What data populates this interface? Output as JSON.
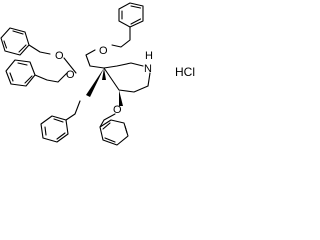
{
  "structure": {
    "atom_labels": {
      "nh": "N",
      "h_on_n": "H",
      "o_ch2": "O",
      "o_2": "O",
      "o_3": "O",
      "o_4": "O"
    },
    "salt_label": "HCl"
  },
  "colors": {
    "ink": "#000000",
    "background": "#ffffff"
  }
}
